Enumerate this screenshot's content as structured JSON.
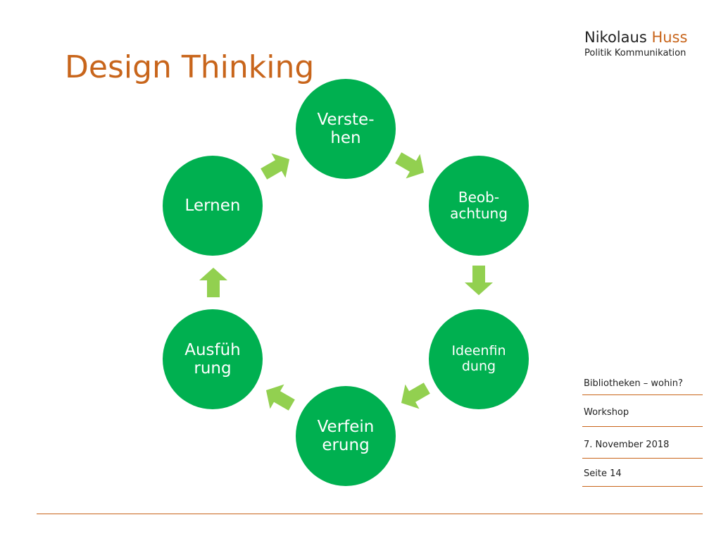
{
  "slide": {
    "title": "Design Thinking",
    "author_first": "Nikolaus ",
    "author_last": "Huss",
    "subtitle": "Politik Kommunikation"
  },
  "cycle": {
    "node_color": "#00B050",
    "arrow_color": "#92D050",
    "nodes": [
      {
        "id": "verstehen",
        "label": "Verste-\nhen"
      },
      {
        "id": "beobachtung",
        "label": "Beob-\nachtung"
      },
      {
        "id": "ideenfindung",
        "label": "Ideenfin\ndung"
      },
      {
        "id": "verfeinerung",
        "label": "Verfein\nerung"
      },
      {
        "id": "ausfuehrung",
        "label": "Ausfüh\nrung"
      },
      {
        "id": "lernen",
        "label": "Lernen"
      }
    ]
  },
  "sidebar": {
    "items": [
      {
        "label": "Bibliotheken – wohin?"
      },
      {
        "label": "Workshop"
      },
      {
        "label": "7. November 2018"
      },
      {
        "label": "Seite 14"
      }
    ],
    "line_color": "#C8651B"
  }
}
